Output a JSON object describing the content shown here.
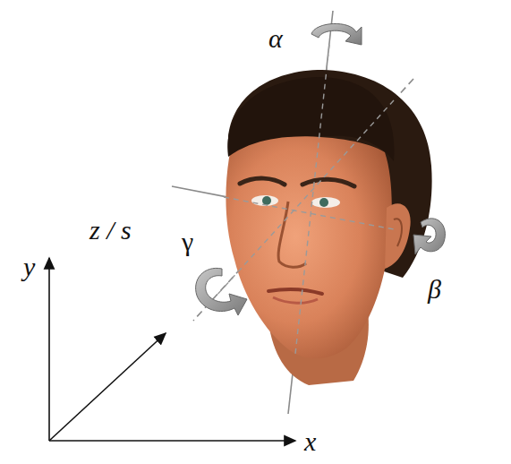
{
  "diagram": {
    "labels": [
      "α",
      "β",
      "γ",
      "y",
      "z / s",
      "x"
    ]
  }
}
